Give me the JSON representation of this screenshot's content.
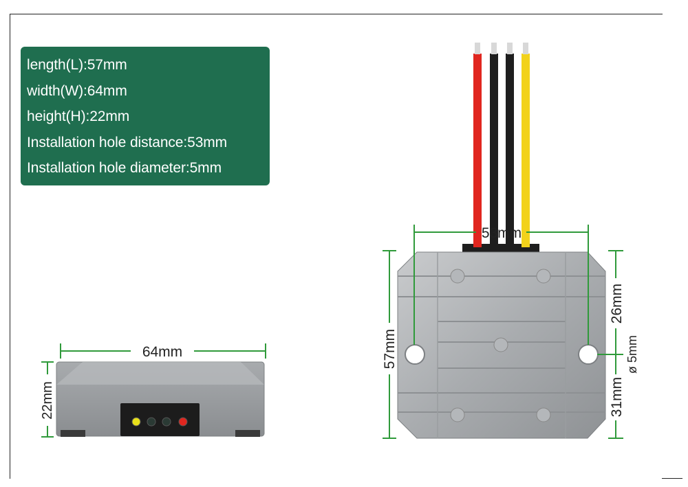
{
  "specs": {
    "length": "length(L):57mm",
    "width": "width(W):64mm",
    "height": "height(H):22mm",
    "hole_distance": "Installation hole distance:53mm",
    "hole_diameter": "Installation hole diameter:5mm"
  },
  "dimensions": {
    "front_width": "64mm",
    "front_height": "22mm",
    "top_hole_distance": "53mm",
    "top_length": "57mm",
    "top_upper_offset": "26mm",
    "top_hole_diameter": "ø 5mm",
    "top_lower_offset": "31mm"
  },
  "colors": {
    "spec_box": "#1f6e4f",
    "dimension_line": "#2f9a3a",
    "wire_red": "#e0261f",
    "wire_black": "#1e1e1e",
    "wire_yellow": "#f2d21b",
    "led_yellow": "#e8e01a",
    "led_red": "#e0261f"
  },
  "icons": {
    "status_leds": "indicator-led-icon",
    "mounting_hole": "mounting-hole-icon"
  }
}
